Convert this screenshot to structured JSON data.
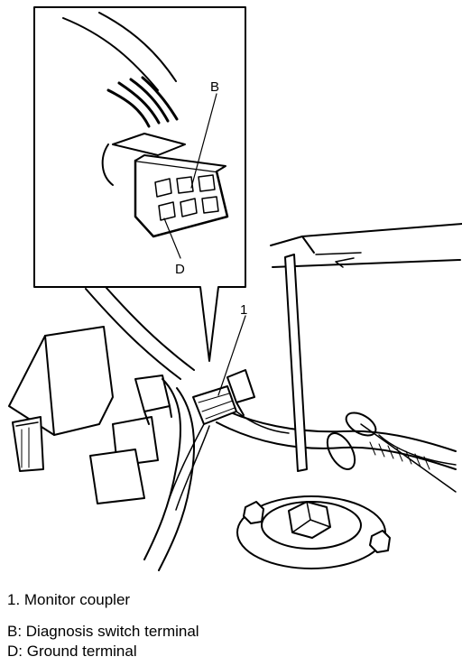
{
  "callouts": {
    "part_1": "1",
    "terminal_b": "B",
    "terminal_d": "D"
  },
  "legend": {
    "item_1": "1. Monitor coupler",
    "item_b": "B: Diagnosis switch terminal",
    "item_d": "D: Ground terminal"
  }
}
